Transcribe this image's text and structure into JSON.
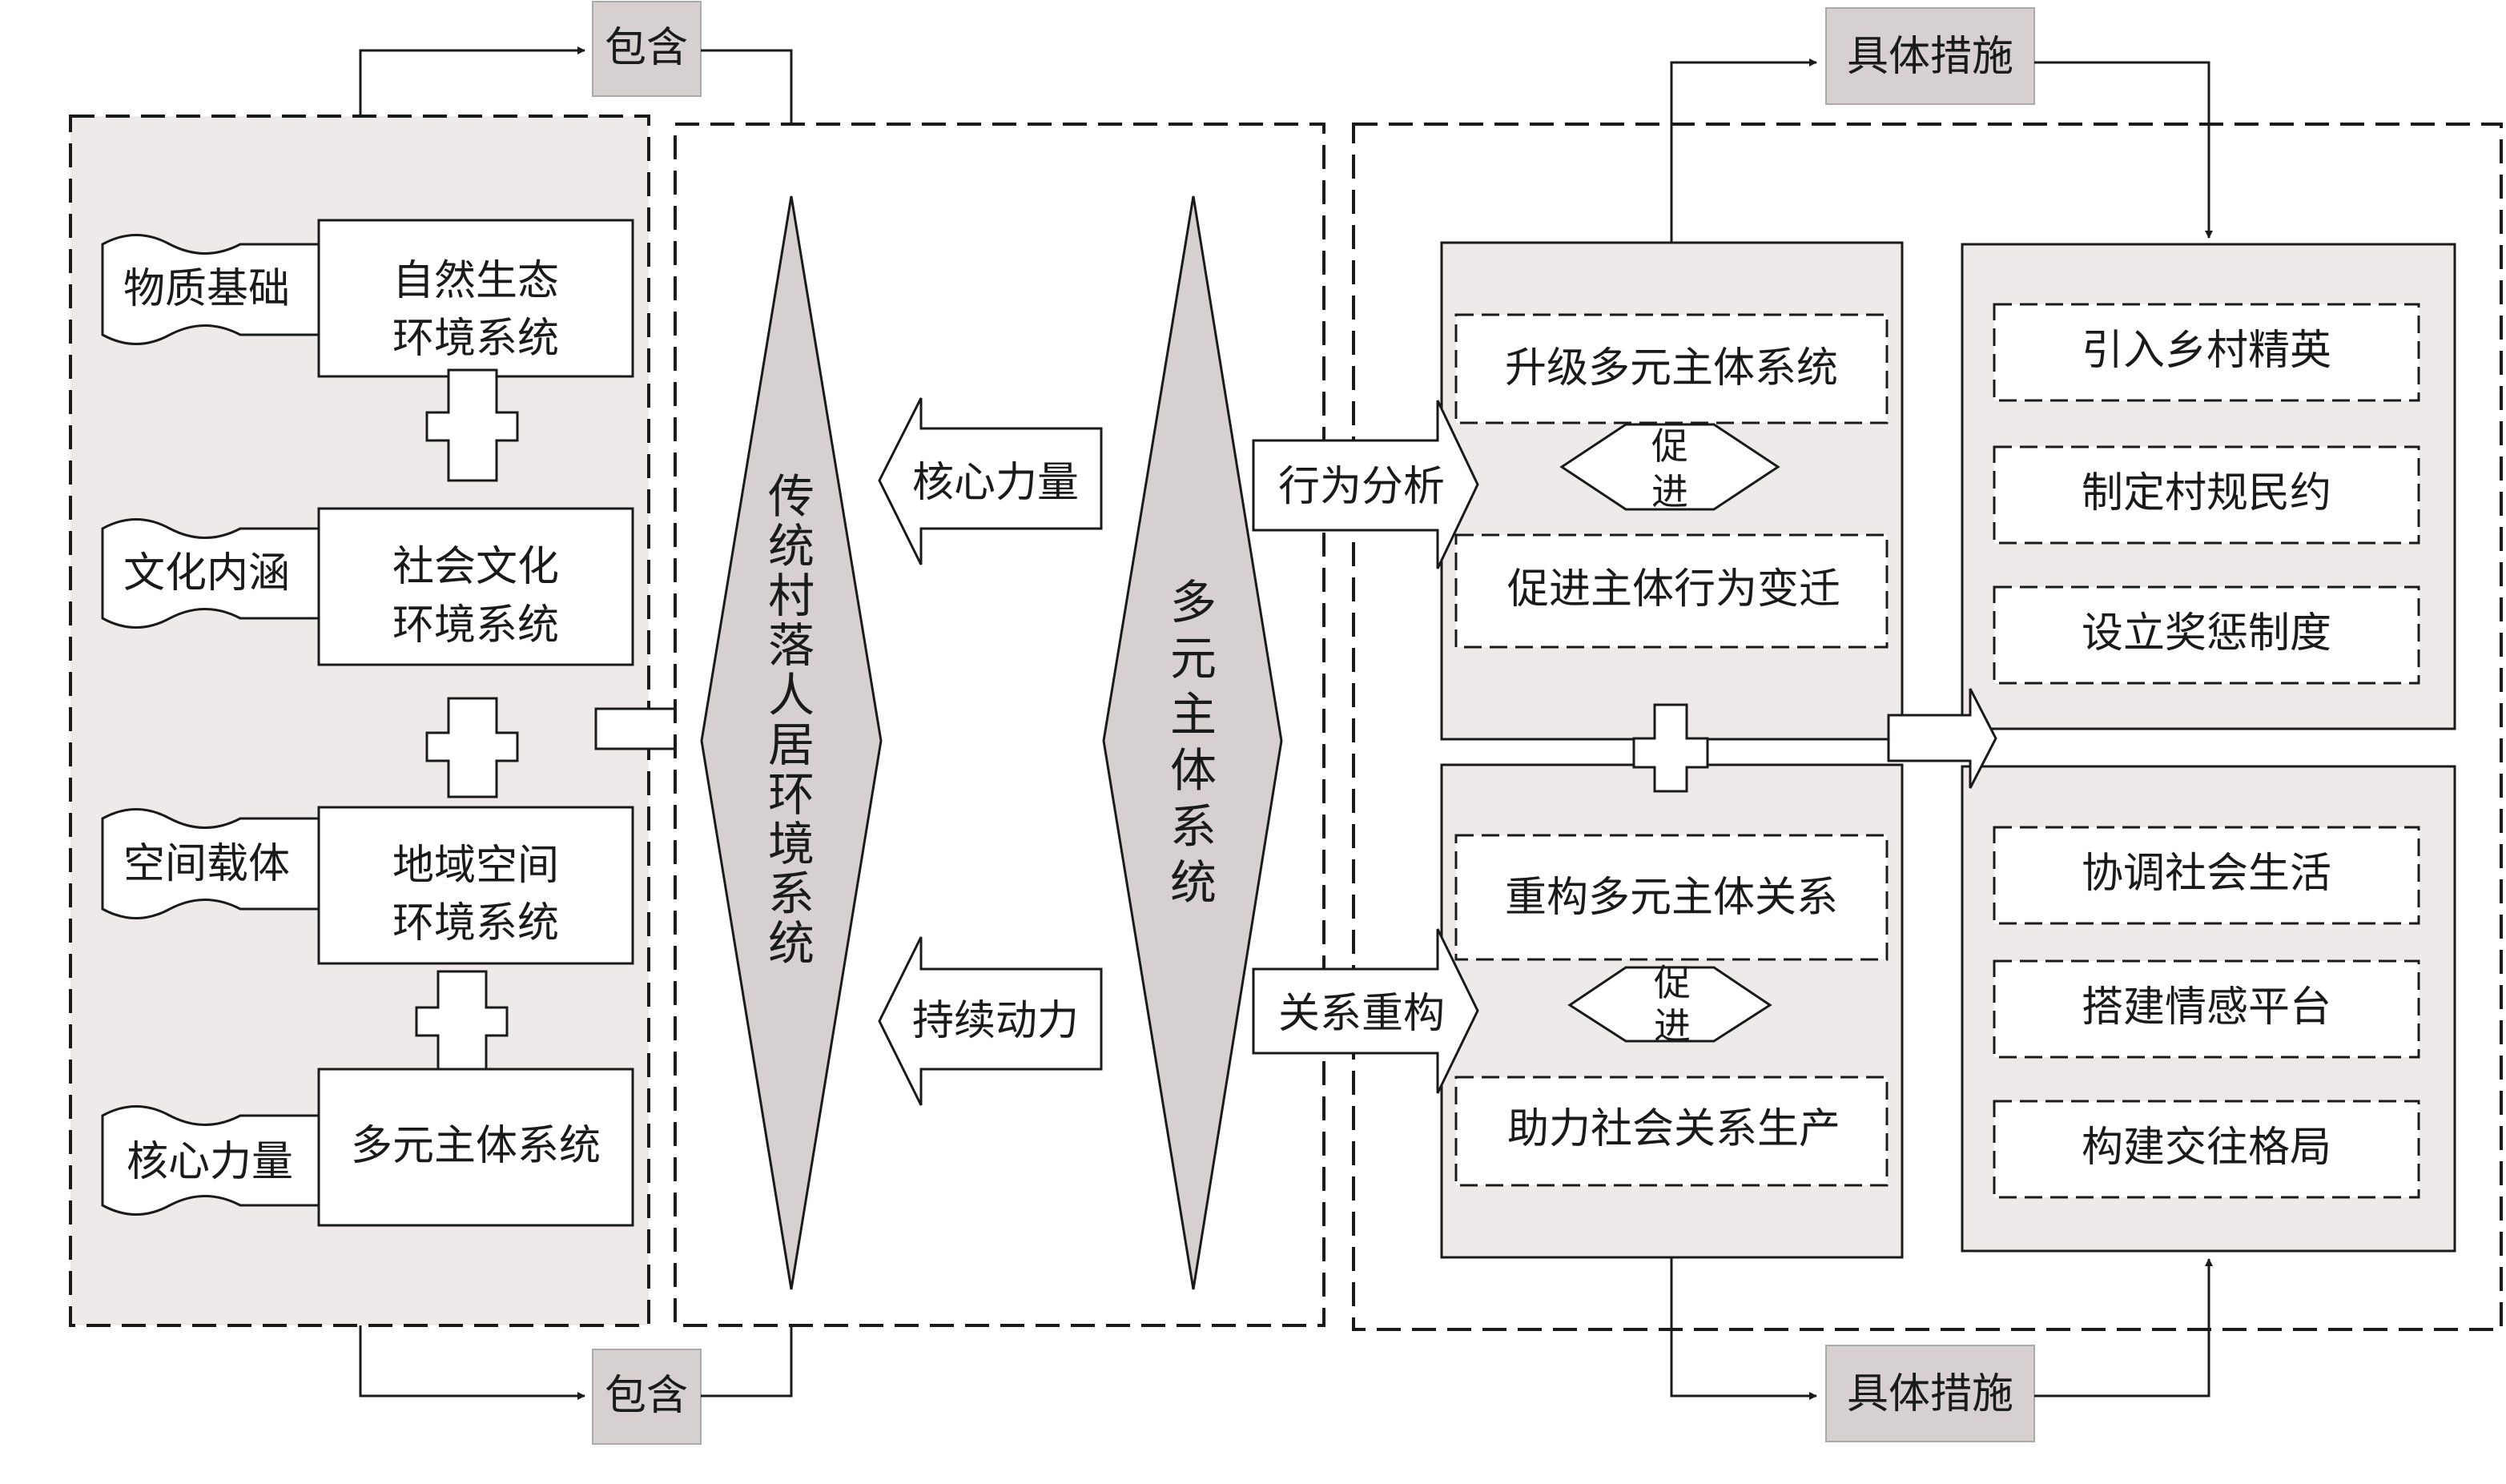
{
  "colors": {
    "panel_fill": "#eeeaea",
    "shape_gray": "#d6d0d0",
    "tag_gray": "#d6d0d0",
    "line": "#1a1a1a"
  },
  "left": {
    "contain_top": "包含",
    "contain_bottom": "包含",
    "rows": [
      {
        "banner": "物质基础",
        "box_line1": "自然生态",
        "box_line2": "环境系统"
      },
      {
        "banner": "文化内涵",
        "box_line1": "社会文化",
        "box_line2": "环境系统"
      },
      {
        "banner": "空间载体",
        "box_line1": "地域空间",
        "box_line2": "环境系统"
      },
      {
        "banner": "核心力量",
        "box_line1": "多元主体系统",
        "box_line2": ""
      }
    ]
  },
  "middle": {
    "left_diamond_chars": [
      "传",
      "统",
      "村",
      "落",
      "人",
      "居",
      "环",
      "境",
      "系",
      "统"
    ],
    "right_diamond_chars": [
      "多",
      "元",
      "主",
      "体",
      "系",
      "统"
    ],
    "arrow_top_label": "核心力量",
    "arrow_bottom_label": "持续动力"
  },
  "right": {
    "measure_top": "具体措施",
    "measure_bottom": "具体措施",
    "arrow_behavior": "行为分析",
    "arrow_relation": "关系重构",
    "upper": {
      "item1": "升级多元主体系统",
      "promote_1": "促",
      "promote_2": "进",
      "item2": "促进主体行为变迁",
      "measures": [
        "引入乡村精英",
        "制定村规民约",
        "设立奖惩制度"
      ]
    },
    "lower": {
      "item1": "重构多元主体关系",
      "promote_1": "促",
      "promote_2": "进",
      "item2": "助力社会关系生产",
      "measures": [
        "协调社会生活",
        "搭建情感平台",
        "构建交往格局"
      ]
    }
  }
}
